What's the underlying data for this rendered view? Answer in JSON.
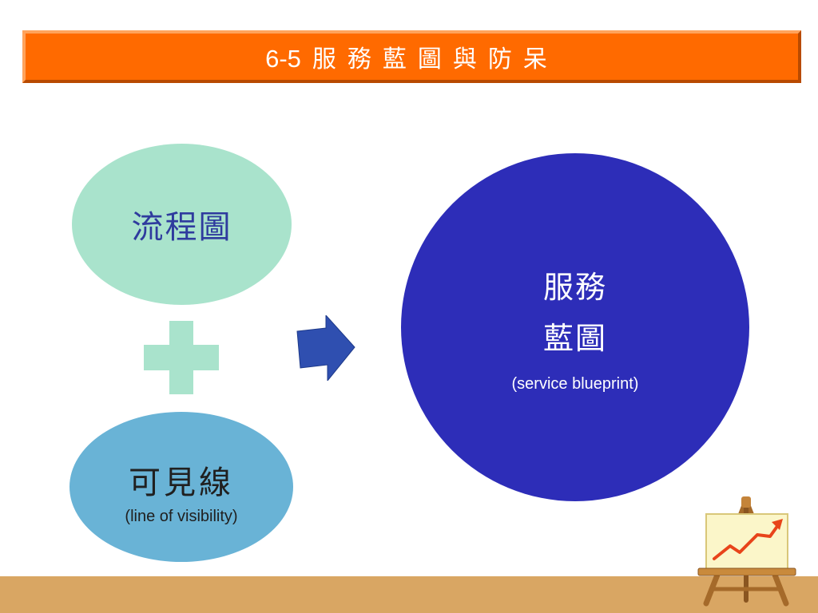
{
  "title": {
    "number": "6-5",
    "text": "服務藍圖與防呆"
  },
  "left_top": {
    "label": "流程圖"
  },
  "left_bottom": {
    "label": "可見線",
    "subtitle": "(line of visibility)"
  },
  "operator": "plus",
  "connector": "right-arrow",
  "right": {
    "line1": "服務",
    "line2": "藍圖",
    "subtitle": "(service blueprint)"
  },
  "decoration": "easel-chart-icon",
  "colors": {
    "banner": "#ff6a00",
    "mint": "#a9e3cc",
    "sky": "#69b3d6",
    "blueprint": "#2d2db8",
    "ground": "#d9a663",
    "arrow": "#2f4fb0"
  }
}
